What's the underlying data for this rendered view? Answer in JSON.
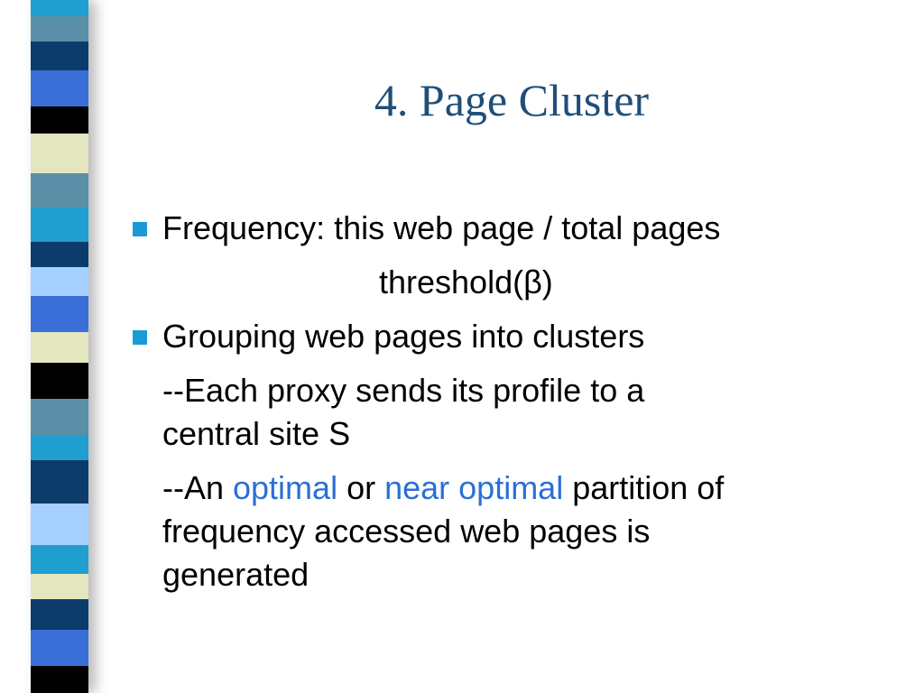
{
  "slide": {
    "title": "4. Page Cluster",
    "bullets": [
      {
        "text": "Frequency: this web page / total pages",
        "continuation": "threshold(β)"
      },
      {
        "text": "Grouping web pages into clusters",
        "sub_points": [
          {
            "line1": "--Each proxy sends its profile to a",
            "line2": "central site S"
          },
          {
            "prefix": "--An ",
            "highlight1": "optimal",
            "middle": " or ",
            "highlight2": "near optimal",
            "suffix": " partition of",
            "line2": "frequency accessed web pages is",
            "line3": "generated"
          }
        ]
      }
    ]
  },
  "colors": {
    "title": "#1f4e79",
    "bullet": "#1a9bd7",
    "highlight": "#2b6fd6",
    "stripes": [
      "#5b8fa8",
      "#0c3c6b",
      "#3a6fd8",
      "#000000",
      "#e4e6c0",
      "#1f9fd0",
      "#a6d0ff"
    ]
  }
}
